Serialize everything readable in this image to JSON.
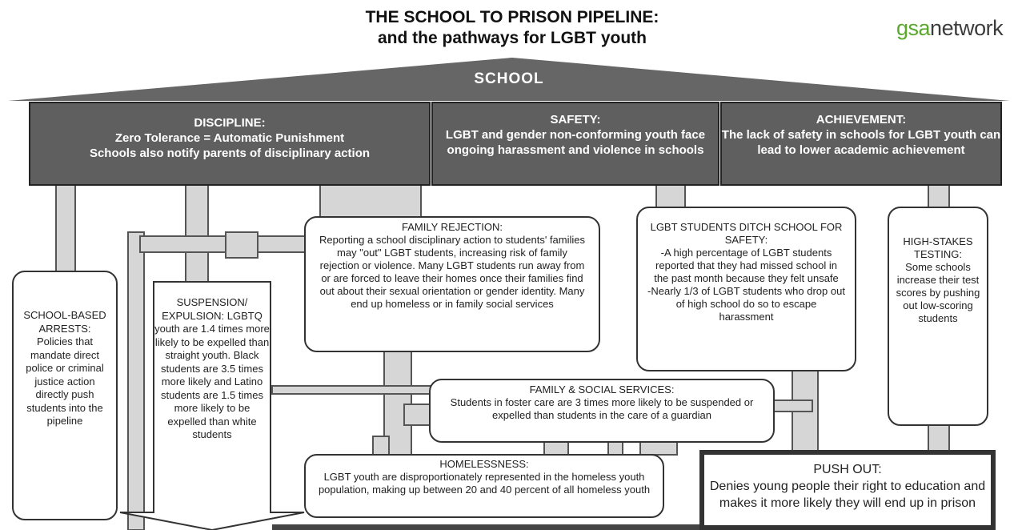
{
  "title": {
    "line1": "THE SCHOOL TO PRISON PIPELINE:",
    "line2": "and the pathways for LGBT youth"
  },
  "logo": {
    "part1": "gsa",
    "part2": "network"
  },
  "roof": {
    "label": "SCHOOL"
  },
  "beams": {
    "discipline": {
      "heading": "DISCIPLINE:",
      "line1": "Zero Tolerance = Automatic Punishment",
      "line2": "Schools also notify parents of disciplinary action"
    },
    "safety": {
      "heading": "SAFETY:",
      "body": "LGBT and gender non-conforming youth face ongoing harassment and violence in schools"
    },
    "achievement": {
      "heading": "ACHIEVEMENT:",
      "body": "The lack of safety in schools for LGBT youth can lead to lower academic achievement"
    }
  },
  "boxes": {
    "arrests": {
      "heading": "SCHOOL-BASED ARRESTS:",
      "body": "Policies that mandate direct police or criminal justice action directly push students into the pipeline"
    },
    "suspension": {
      "heading": "SUSPENSION/ EXPULSION:",
      "body": "LGBTQ youth are 1.4 times more likely to be expelled than straight youth. Black students are 3.5 times more likely and Latino students are 1.5 times more likely to be expelled than white students"
    },
    "rejection": {
      "heading": "FAMILY REJECTION:",
      "body": "Reporting a school disciplinary action to students' families may \"out\" LGBT students, increasing risk of family rejection or violence. Many LGBT students run away from or are forced to leave their homes once their families find out about their sexual orientation or gender identity.  Many end up homeless or in family social services"
    },
    "ditch": {
      "heading": "LGBT STUDENTS DITCH SCHOOL FOR SAFETY:",
      "body1": "-A high percentage of LGBT students reported that they had missed school in the past month because they felt unsafe",
      "body2": "-Nearly 1/3 of LGBT students who drop out of high school do so to escape harassment"
    },
    "testing": {
      "heading": "HIGH-STAKES TESTING:",
      "body": "Some schools increase their test scores by pushing out low-scoring students"
    },
    "family": {
      "heading": "FAMILY & SOCIAL SERVICES:",
      "body": "Students in foster care are 3 times more likely to be suspended or expelled than students in the care of a guardian"
    },
    "homeless": {
      "heading": "HOMELESSNESS:",
      "body": "LGBT youth are  disproportionately represented in the homeless youth population, making up between 20 and 40 percent of all homeless youth"
    },
    "pushout": {
      "heading": "PUSH OUT:",
      "body": "Denies young people their right to education and makes it more likely they will end up in prison"
    }
  },
  "colors": {
    "roof": "#666666",
    "beam": "#5f5f5f",
    "pipe_fill": "#d6d6d6",
    "pipe_stroke": "#555555",
    "logo_green": "#5aa82e"
  }
}
